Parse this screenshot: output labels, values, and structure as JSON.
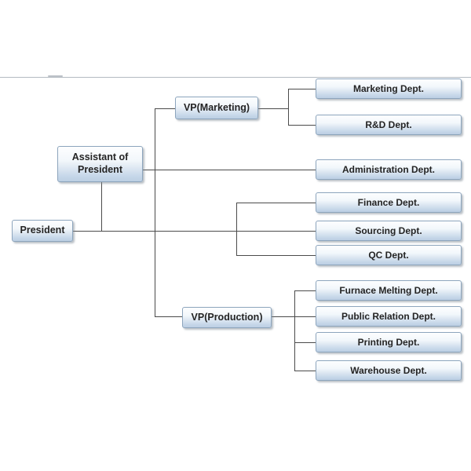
{
  "org_chart": {
    "nodes": {
      "president": "President",
      "assistant": "Assistant of President",
      "vp_marketing": "VP(Marketing)",
      "vp_production": "VP(Production)",
      "marketing": "Marketing Dept.",
      "rd": "R&D Dept.",
      "administration": "Administration Dept.",
      "finance": "Finance Dept.",
      "sourcing": "Sourcing Dept.",
      "qc": "QC Dept.",
      "furnace": "Furnace Melting Dept.",
      "public_relation": "Public Relation Dept.",
      "printing": "Printing Dept.",
      "warehouse": "Warehouse Dept."
    },
    "edges": [
      {
        "from": "president",
        "to": "assistant"
      },
      {
        "from": "president",
        "to": "vp_marketing"
      },
      {
        "from": "president",
        "to": "finance"
      },
      {
        "from": "president",
        "to": "sourcing"
      },
      {
        "from": "president",
        "to": "qc"
      },
      {
        "from": "president",
        "to": "vp_production"
      },
      {
        "from": "assistant",
        "to": "administration"
      },
      {
        "from": "vp_marketing",
        "to": "marketing"
      },
      {
        "from": "vp_marketing",
        "to": "rd"
      },
      {
        "from": "vp_production",
        "to": "furnace"
      },
      {
        "from": "vp_production",
        "to": "public_relation"
      },
      {
        "from": "vp_production",
        "to": "printing"
      },
      {
        "from": "vp_production",
        "to": "warehouse"
      }
    ],
    "colors": {
      "box_border": "#8da5bd",
      "box_fill_top": "#fdfeff",
      "box_fill_bottom": "#bccfe3",
      "connector_line": "#4b4b4b",
      "page_rule": "#b4bbc2",
      "text": "#242424",
      "background": "#ffffff"
    }
  }
}
